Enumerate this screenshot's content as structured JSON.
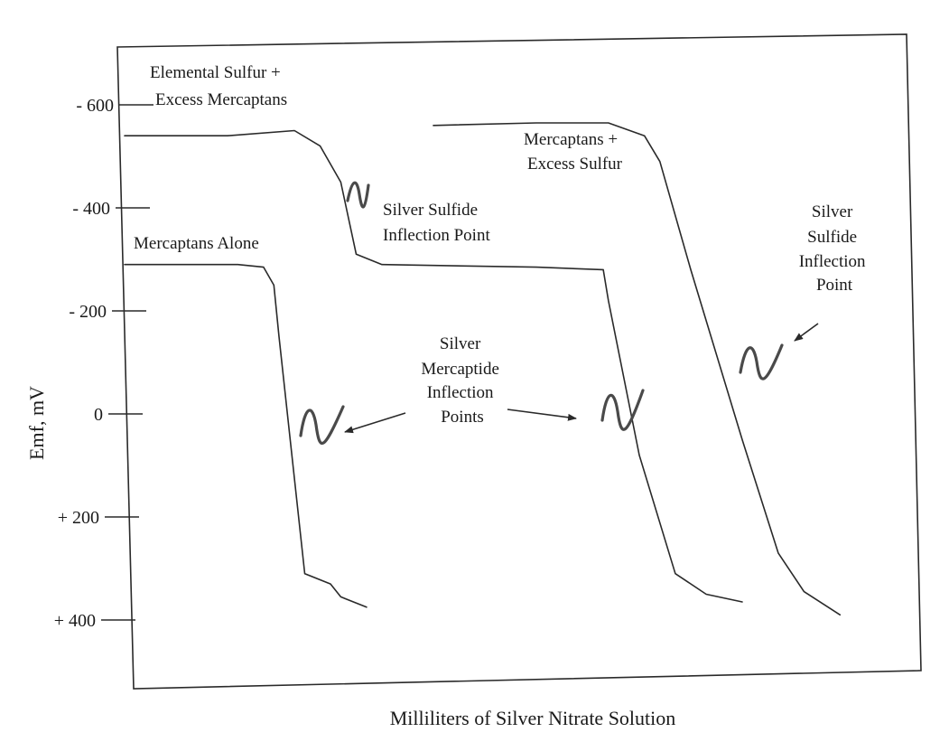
{
  "chart_data": {
    "type": "line",
    "title": "",
    "xlabel": "Milliliters of Silver Nitrate Solution",
    "ylabel": "Emf, mV",
    "ylim": [
      -700,
      520
    ],
    "y_inverted": true,
    "y_ticks": [
      {
        "value": -600,
        "label": "- 600"
      },
      {
        "value": -400,
        "label": "- 400"
      },
      {
        "value": -200,
        "label": "- 200"
      },
      {
        "value": 0,
        "label": "0"
      },
      {
        "value": 200,
        "label": "+ 200"
      },
      {
        "value": 400,
        "label": "+ 400"
      }
    ],
    "x_ticks": [],
    "grid": false,
    "series": [
      {
        "x": [
          0,
          12,
          22,
          27,
          29,
          30,
          35,
          40,
          42,
          47
        ],
        "y": [
          -290,
          -290,
          -290,
          -285,
          -250,
          -150,
          310,
          330,
          355,
          375
        ]
      },
      {
        "x": [
          0,
          20,
          33,
          38,
          42,
          45,
          50,
          80,
          93,
          94,
          100,
          107,
          113,
          120
        ],
        "y": [
          -540,
          -540,
          -550,
          -520,
          -450,
          -310,
          -290,
          -285,
          -280,
          -220,
          80,
          310,
          350,
          365
        ]
      },
      {
        "x": [
          60,
          80,
          94,
          101,
          104,
          110,
          120,
          127,
          132,
          139
        ],
        "y": [
          -560,
          -565,
          -565,
          -540,
          -490,
          -280,
          50,
          270,
          345,
          390
        ]
      }
    ],
    "annotations": [
      {
        "lines": [
          "Elemental Sulfur +",
          "Excess Mercaptans"
        ]
      },
      {
        "lines": [
          "Mercaptans Alone"
        ]
      },
      {
        "lines": [
          "Silver Sulfide",
          "Inflection Point"
        ]
      },
      {
        "lines": [
          "Mercaptans +",
          "Excess Sulfur"
        ]
      },
      {
        "lines": [
          "Silver",
          "Sulfide",
          "Inflection",
          "Point"
        ]
      },
      {
        "lines": [
          "Silver",
          "Mercaptide",
          "Inflection",
          "Points"
        ]
      }
    ]
  }
}
